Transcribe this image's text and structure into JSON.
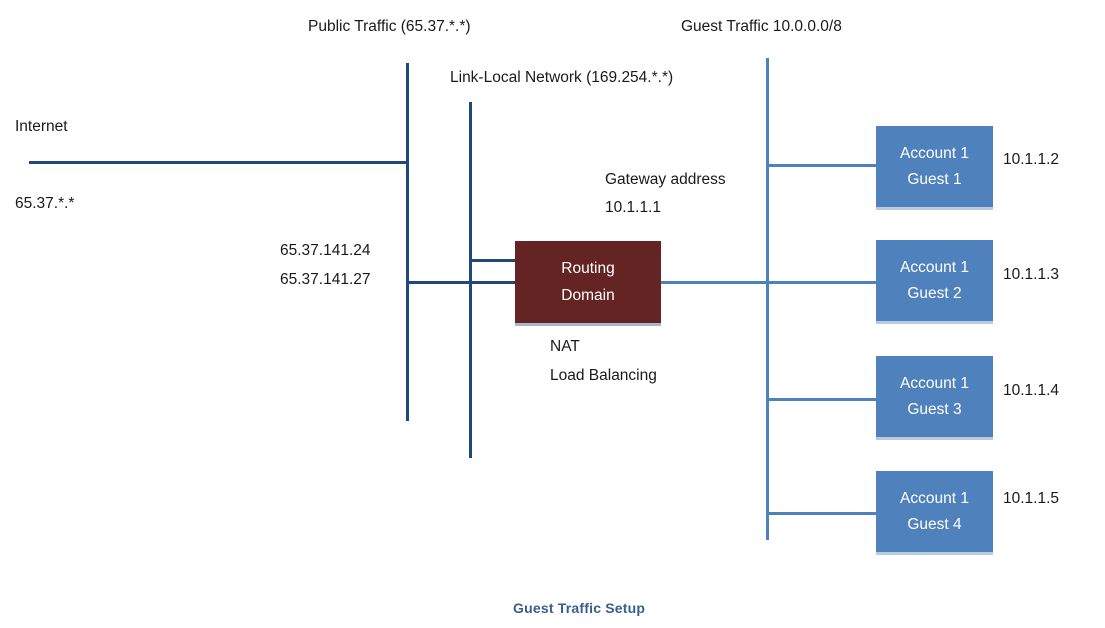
{
  "diagram": {
    "labels": {
      "public_traffic": "Public Traffic (65.37.*.*)",
      "guest_traffic": "Guest Traffic 10.0.0.0/8",
      "link_local": "Link-Local Network (169.254.*.*)",
      "internet": "Internet",
      "internet_ip": "65.37.*.*",
      "nat_ip_1": "65.37.141.24",
      "nat_ip_2": "65.37.141.27",
      "gateway_line1": "Gateway address",
      "gateway_line2": "10.1.1.1",
      "nat": "NAT",
      "load_balancing": "Load Balancing"
    },
    "routing_box": {
      "line1": "Routing",
      "line2": "Domain"
    },
    "guests": [
      {
        "line1": "Account 1",
        "line2": "Guest 1",
        "ip": "10.1.1.2"
      },
      {
        "line1": "Account 1",
        "line2": "Guest 2",
        "ip": "10.1.1.3"
      },
      {
        "line1": "Account 1",
        "line2": "Guest 3",
        "ip": "10.1.1.4"
      },
      {
        "line1": "Account 1",
        "line2": "Guest 4",
        "ip": "10.1.1.5"
      }
    ],
    "caption": "Guest Traffic Setup"
  },
  "colors": {
    "dark_network_line": "#1F497D",
    "guest_network_line": "#4F81BD",
    "routing_box_fill": "#632423",
    "guest_box_fill": "#4F81BD",
    "box_text": "#ffffff",
    "body_text": "#1a1a1a",
    "caption_text": "#365F91",
    "background": "#ffffff"
  }
}
